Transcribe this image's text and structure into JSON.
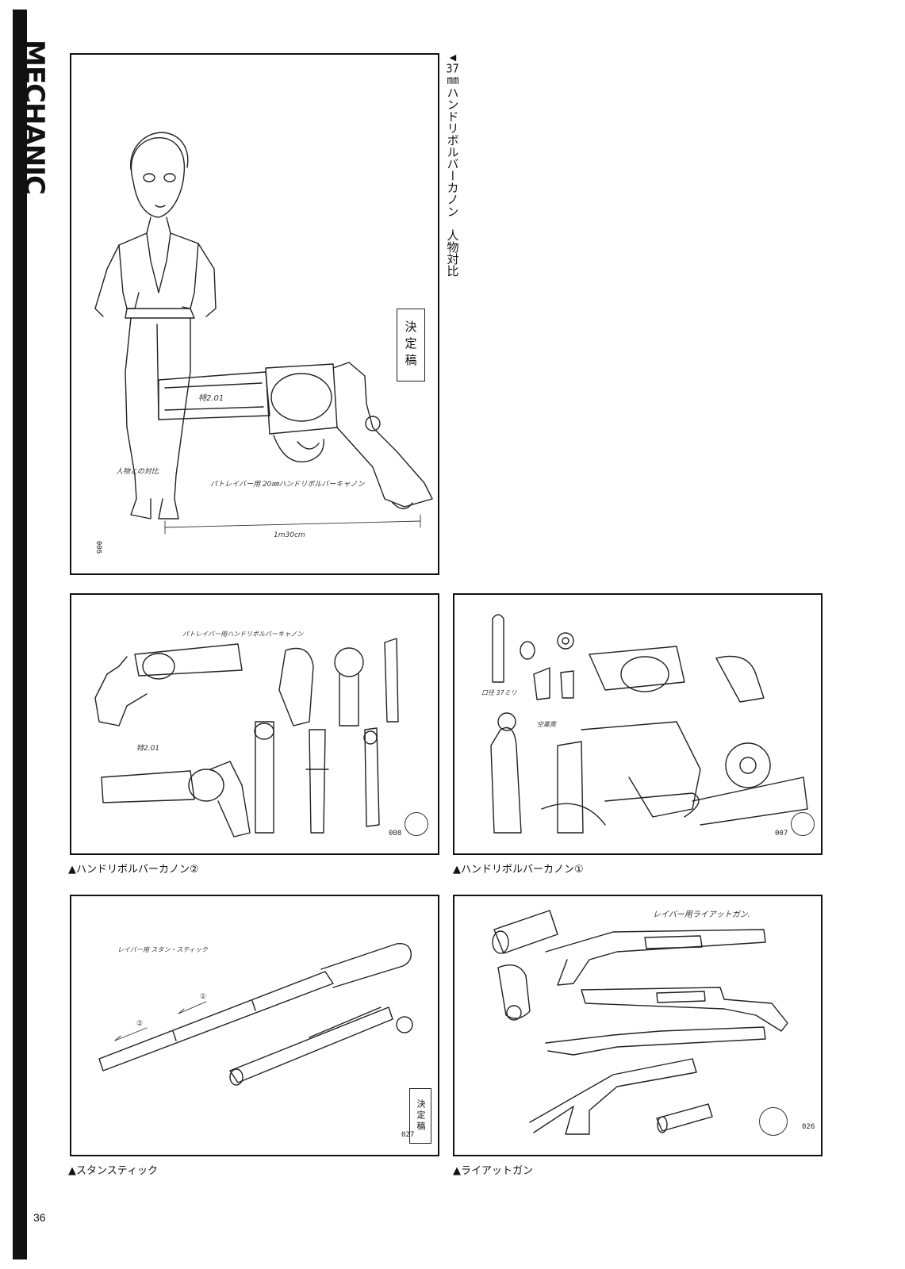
{
  "section": {
    "label": "MECHANIC"
  },
  "main_figure": {
    "caption_marker": "◀",
    "caption_number": "37",
    "caption_unit": "㎜",
    "caption_title": "ハンドリボルバーカノン　人物対比",
    "stamp": "決定稿",
    "sheet_number": "006",
    "gun_marking": "特2.01",
    "note_left": "人物との対比",
    "note_title": "パトレイバー用 20㎜ハンドリボルバーキャノン",
    "note_length": "1m30cm"
  },
  "figures": [
    {
      "caption": "▲ハンドリボルバーカノン②",
      "sheet_number": "008",
      "note_title": "パトレイバー用ハンドリボルバーキャノン",
      "gun_marking": "特2.01"
    },
    {
      "caption": "▲ハンドリボルバーカノン①",
      "sheet_number": "007",
      "note_cartridge": "口径 37ミリ",
      "note_case": "空薬莢"
    },
    {
      "caption": "▲スタンスティック",
      "sheet_number": "027",
      "stamp": "決定稿",
      "note_title": "レイバー用 スタン・スティック",
      "marker_1": "①",
      "marker_2": "②"
    },
    {
      "caption": "▲ライアットガン",
      "sheet_number": "026",
      "note_title": "レイバー用ライアットガン."
    }
  ],
  "page": {
    "number": "36"
  }
}
